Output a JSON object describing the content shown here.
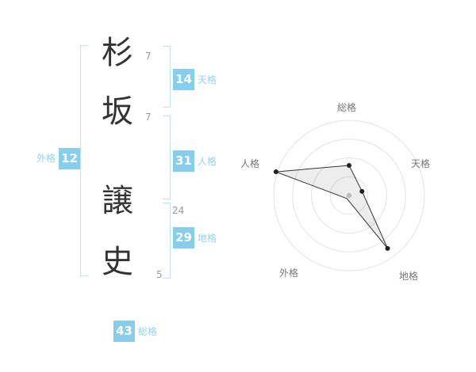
{
  "name": {
    "characters": [
      {
        "char": "杉",
        "strokes": "7"
      },
      {
        "char": "坂",
        "strokes": "7"
      },
      {
        "char": "譲",
        "strokes": "24"
      },
      {
        "char": "史",
        "strokes": "5"
      }
    ]
  },
  "kaku": {
    "tenkaku": {
      "label": "天格",
      "value": "14"
    },
    "jinkaku": {
      "label": "人格",
      "value": "31"
    },
    "chikaku": {
      "label": "地格",
      "value": "29"
    },
    "gaikaku": {
      "label": "外格",
      "value": "12"
    },
    "soukaku": {
      "label": "総格",
      "value": "43"
    }
  },
  "colors": {
    "badge_blue": "#87cdec",
    "label_blue": "#92d2ee",
    "bracket_blue": "#bfe3f5",
    "text_dark": "#333333",
    "stroke_gray": "#999999",
    "ring_gray": "#e3e3e3",
    "chart_label_gray": "#777777"
  },
  "chart_data": {
    "type": "radar",
    "title": "",
    "categories": [
      "総格",
      "天格",
      "地格",
      "外格",
      "人格"
    ],
    "values": [
      43,
      14,
      29,
      12,
      31
    ],
    "rings": 4,
    "legend": false,
    "grid": "concentric-circles",
    "axes": [
      {
        "label": "総格",
        "value": 43,
        "angle_deg": 90,
        "plot_fraction": 0.4
      },
      {
        "label": "天格",
        "value": 14,
        "angle_deg": 18,
        "plot_fraction": 0.18
      },
      {
        "label": "地格",
        "value": 29,
        "angle_deg": -54,
        "plot_fraction": 0.87
      },
      {
        "label": "外格",
        "value": 12,
        "angle_deg": 234,
        "plot_fraction": 0.05
      },
      {
        "label": "人格",
        "value": 31,
        "angle_deg": 162,
        "plot_fraction": 1.02
      }
    ]
  }
}
